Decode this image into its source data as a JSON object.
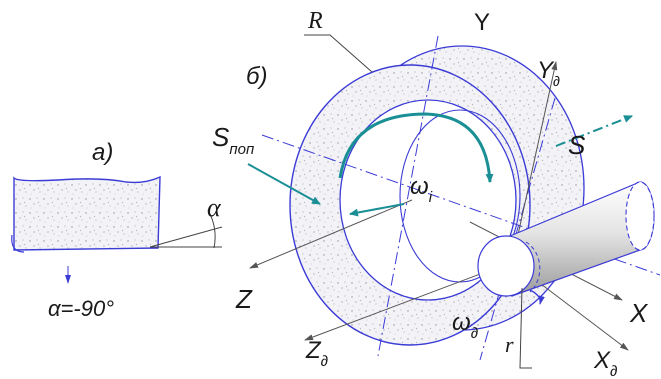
{
  "colors": {
    "line": "#3b3bd6",
    "fill": "#f1f1f6",
    "teal": "#1a8f95",
    "text": "#1a1a1a",
    "speckle": "#9a9aa6"
  },
  "panel_a": {
    "label": "а)",
    "angle_symbol": "α",
    "caption": "α=-90°"
  },
  "panel_b": {
    "label": "б)",
    "R": "R",
    "r": "r",
    "Y": "Y",
    "Y_d": {
      "base": "Y",
      "sub": "∂"
    },
    "S": "S",
    "S_pop": {
      "base": "S",
      "sub": "поп"
    },
    "omega_i": {
      "base": "ω",
      "sub": "i"
    },
    "omega_d": {
      "base": "ω",
      "sub": "∂"
    },
    "Z": "Z",
    "Z_d": {
      "base": "Z",
      "sub": "∂"
    },
    "X": "X",
    "X_d": {
      "base": "X",
      "sub": "∂"
    }
  }
}
